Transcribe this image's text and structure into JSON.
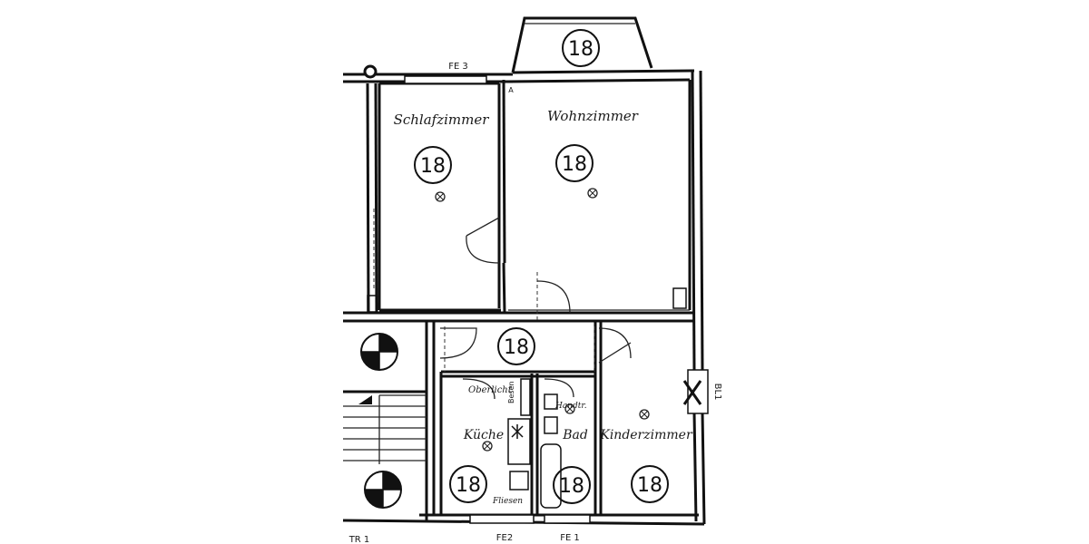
{
  "rooms": {
    "schlafzimmer": "Schlafzimmer",
    "wohnzimmer": "Wohnzimmer",
    "kueche": "Küche",
    "bad": "Bad",
    "kinderzimmer": "Kinderzimmer"
  },
  "annotations": {
    "oberlicht": "Oberlicht",
    "besen": "Besen",
    "handtr": "Handtr.",
    "fliesen": "Fliesen"
  },
  "window_codes": {
    "fe3": "FE 3",
    "fe2": "FE2",
    "fe1": "FE 1",
    "bl1": "BL1",
    "tr1": "TR 1",
    "a": "A"
  },
  "area_markers": {
    "balcony": "18",
    "schlafzimmer": "18",
    "wohnzimmer": "18",
    "flur": "18",
    "kueche": "18",
    "bad": "18",
    "kinderzimmer": "18"
  },
  "colors": {
    "ink": "#111111",
    "paper": "#ffffff"
  }
}
